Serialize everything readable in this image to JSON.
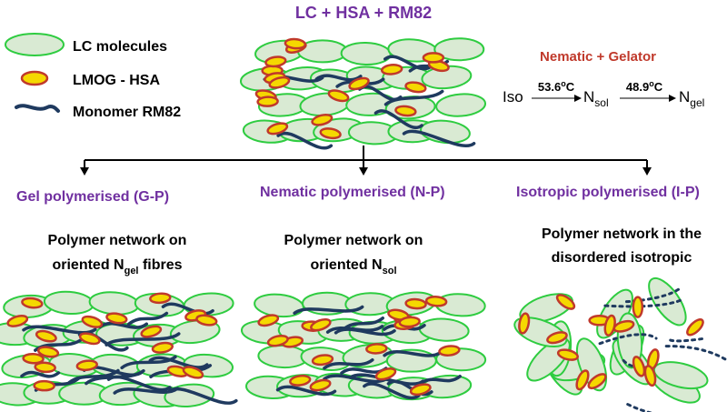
{
  "title": "LC + HSA + RM82",
  "legend": [
    {
      "label": "LC molecules",
      "icon": "lc-molecule-icon"
    },
    {
      "label": "LMOG - HSA",
      "icon": "gelator-molecule-icon"
    },
    {
      "label": "Monomer RM82",
      "icon": "monomer-chain-icon"
    }
  ],
  "phase": {
    "heading": "Nematic + Gelator",
    "start": "Iso",
    "t1_value": "53.6",
    "t1_unit_sup": "o",
    "t1_unit": "C",
    "mid_main": "N",
    "mid_sub": "sol",
    "t2_value": "48.9",
    "t2_unit_sup": "o",
    "t2_unit": "C",
    "end_main": "N",
    "end_sub": "gel"
  },
  "branches": [
    {
      "heading": "Gel polymerised (G-P)",
      "line1": "Polymer network on",
      "line2_prefix": "oriented N",
      "line2_sub": "gel",
      "line2_suffix": " fibres"
    },
    {
      "heading": "Nematic polymerised (N-P)",
      "line1": "Polymer network on",
      "line2_prefix": "oriented N",
      "line2_sub": "sol",
      "line2_suffix": ""
    },
    {
      "heading": "Isotropic polymerised (I-P)",
      "line1": "Polymer network in the",
      "line2_prefix": "disordered isotropic",
      "line2_sub": "",
      "line2_suffix": ""
    }
  ],
  "colors": {
    "lc_fill": "#d9ead3",
    "lc_stroke": "#2ecc40",
    "gelator_fill": "#f5d800",
    "gelator_stroke": "#c0392b",
    "monomer": "#1f3a5f",
    "heading": "#7030a0",
    "phase_heading": "#c0392b"
  }
}
